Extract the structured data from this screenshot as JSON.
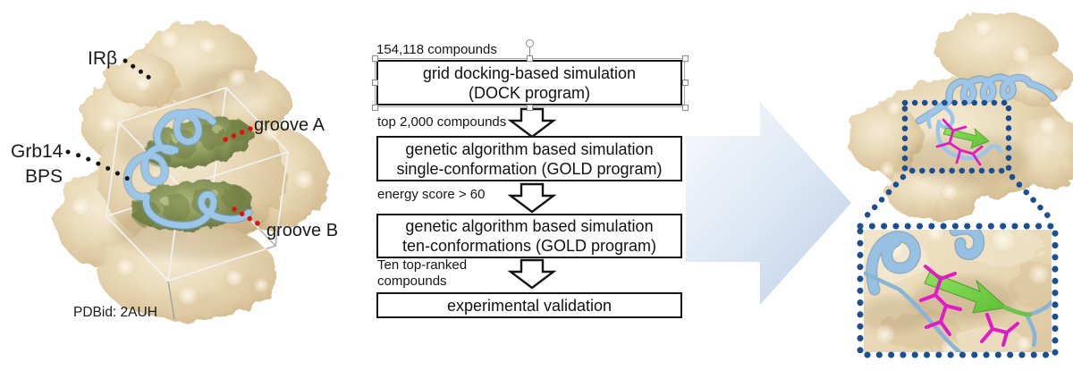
{
  "left_panel": {
    "irb_label": "IRβ",
    "grb14_label": "Grb14",
    "bps_label": "BPS",
    "groove_a_label": "groove A",
    "groove_b_label": "groove B",
    "pdb_label": "PDBid: 2AUH"
  },
  "flowchart": {
    "step1_annotation": "154,118 compounds",
    "step1_line1": "grid docking-based simulation",
    "step1_line2": "(DOCK program)",
    "step2_annotation": "top 2,000 compounds",
    "step2_line1": "genetic algorithm based simulation",
    "step2_line2": "single-conformation (GOLD program)",
    "step3_annotation": "energy score > 60",
    "step3_line1": "genetic algorithm based simulation",
    "step3_line2": "ten-conformations (GOLD program)",
    "step4_annotation_line1": "Ten top-ranked",
    "step4_annotation_line2": "compounds",
    "step4_line1": "experimental validation"
  },
  "icons": {
    "flow_step_arrow": "down-outline-arrow",
    "transition_arrow": "big-right-gradient-arrow"
  },
  "colors": {
    "protein_surface": "#e6d5b2",
    "protein_surface_dark": "#c7ab7e",
    "groove_surface": "#7d8c4e",
    "ribbon_blue": "#9cc6e8",
    "ligand_magenta": "#e01bc6",
    "beta_strand_green": "#74d145",
    "zoom_dots_navy": "#1b4f94",
    "groove_leader_red": "#dd1111",
    "label_leader_black": "#151515",
    "big_arrow_light": "#f1f5fb",
    "big_arrow_dark": "#c3d4ea",
    "box_border": "#161616",
    "selection_gray": "#ababab"
  }
}
